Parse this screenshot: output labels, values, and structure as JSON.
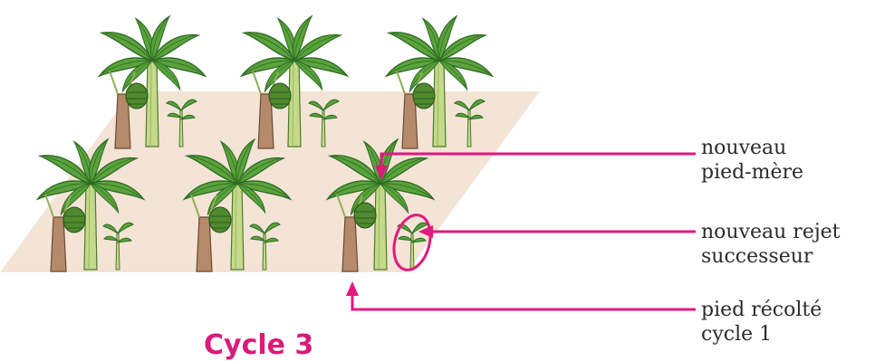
{
  "title": "Cycle 3",
  "labels": {
    "new_mother": [
      "nouveau",
      "pied-mère"
    ],
    "new_sucker": [
      "nouveau rejet",
      "successeur"
    ],
    "harvested": [
      "pied récolté",
      "cycle 1"
    ]
  },
  "colors": {
    "accent": "#e0197f",
    "ground": "#f3e4d6",
    "leaf": "#5aa33c",
    "leaf_dark": "#2e6b24",
    "trunk": "#c4d98a",
    "stump": "#b58a6a",
    "text": "#2b2b2b"
  },
  "icons": [
    "banana-plant-icon",
    "banana-bunch-icon",
    "sucker-icon",
    "harvested-stump-icon"
  ]
}
